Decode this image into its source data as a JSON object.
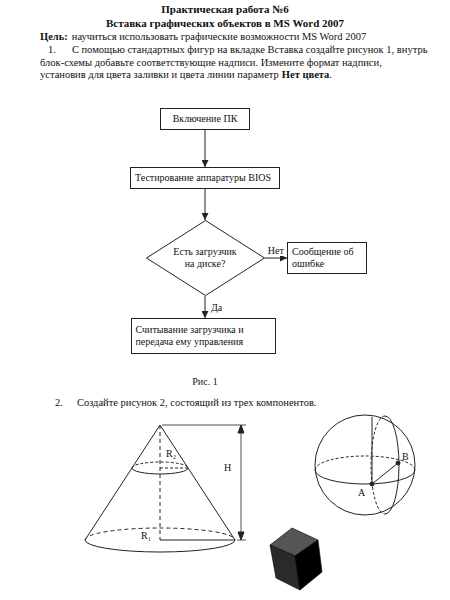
{
  "diagram": {
    "title": "Практическая работа №6",
    "caption": "Рис. 1",
    "nodes": [
      {
        "text": [
          "Включение ПК"
        ]
      },
      {
        "text": [
          "Тестирование аппаратуры BIOS"
        ]
      },
      {
        "text": [
          "Есть загрузчик на диске?"
        ]
      },
      {
        "text": [
          "Сообщение об ошибке"
        ]
      },
      {
        "text": [
          "Считывание загрузчика и передача ему управления"
        ]
      }
    ],
    "edges": [
      {
        "from": 0,
        "to": 1,
        "arrow": "to"
      },
      {
        "from": 1,
        "to": 2,
        "arrow": "to"
      },
      {
        "from": 2,
        "to": 3,
        "label": "Нет",
        "arrow": "to"
      },
      {
        "from": 2,
        "to": 4,
        "label": "Да",
        "arrow": "to"
      }
    ],
    "labels": [
      "Вставка графических объектов в MS Word 2007",
      "Цель:",
      "научиться использовать графические возможности MS Word 2007",
      "1.",
      "С помощью стандартных фигур на вкладке Вставка создайте рисунок 1, внутрь блок-схемы добавьте соответствующие надписи. Измените формат надписи, установив для цвета заливки и цвета линии параметр",
      "Нет цвета",
      ".",
      "2.",
      "Создайте рисунок 2, состоящий из трех компонентов.",
      "R₂",
      "H",
      "R₁",
      "A",
      "B"
    ]
  }
}
